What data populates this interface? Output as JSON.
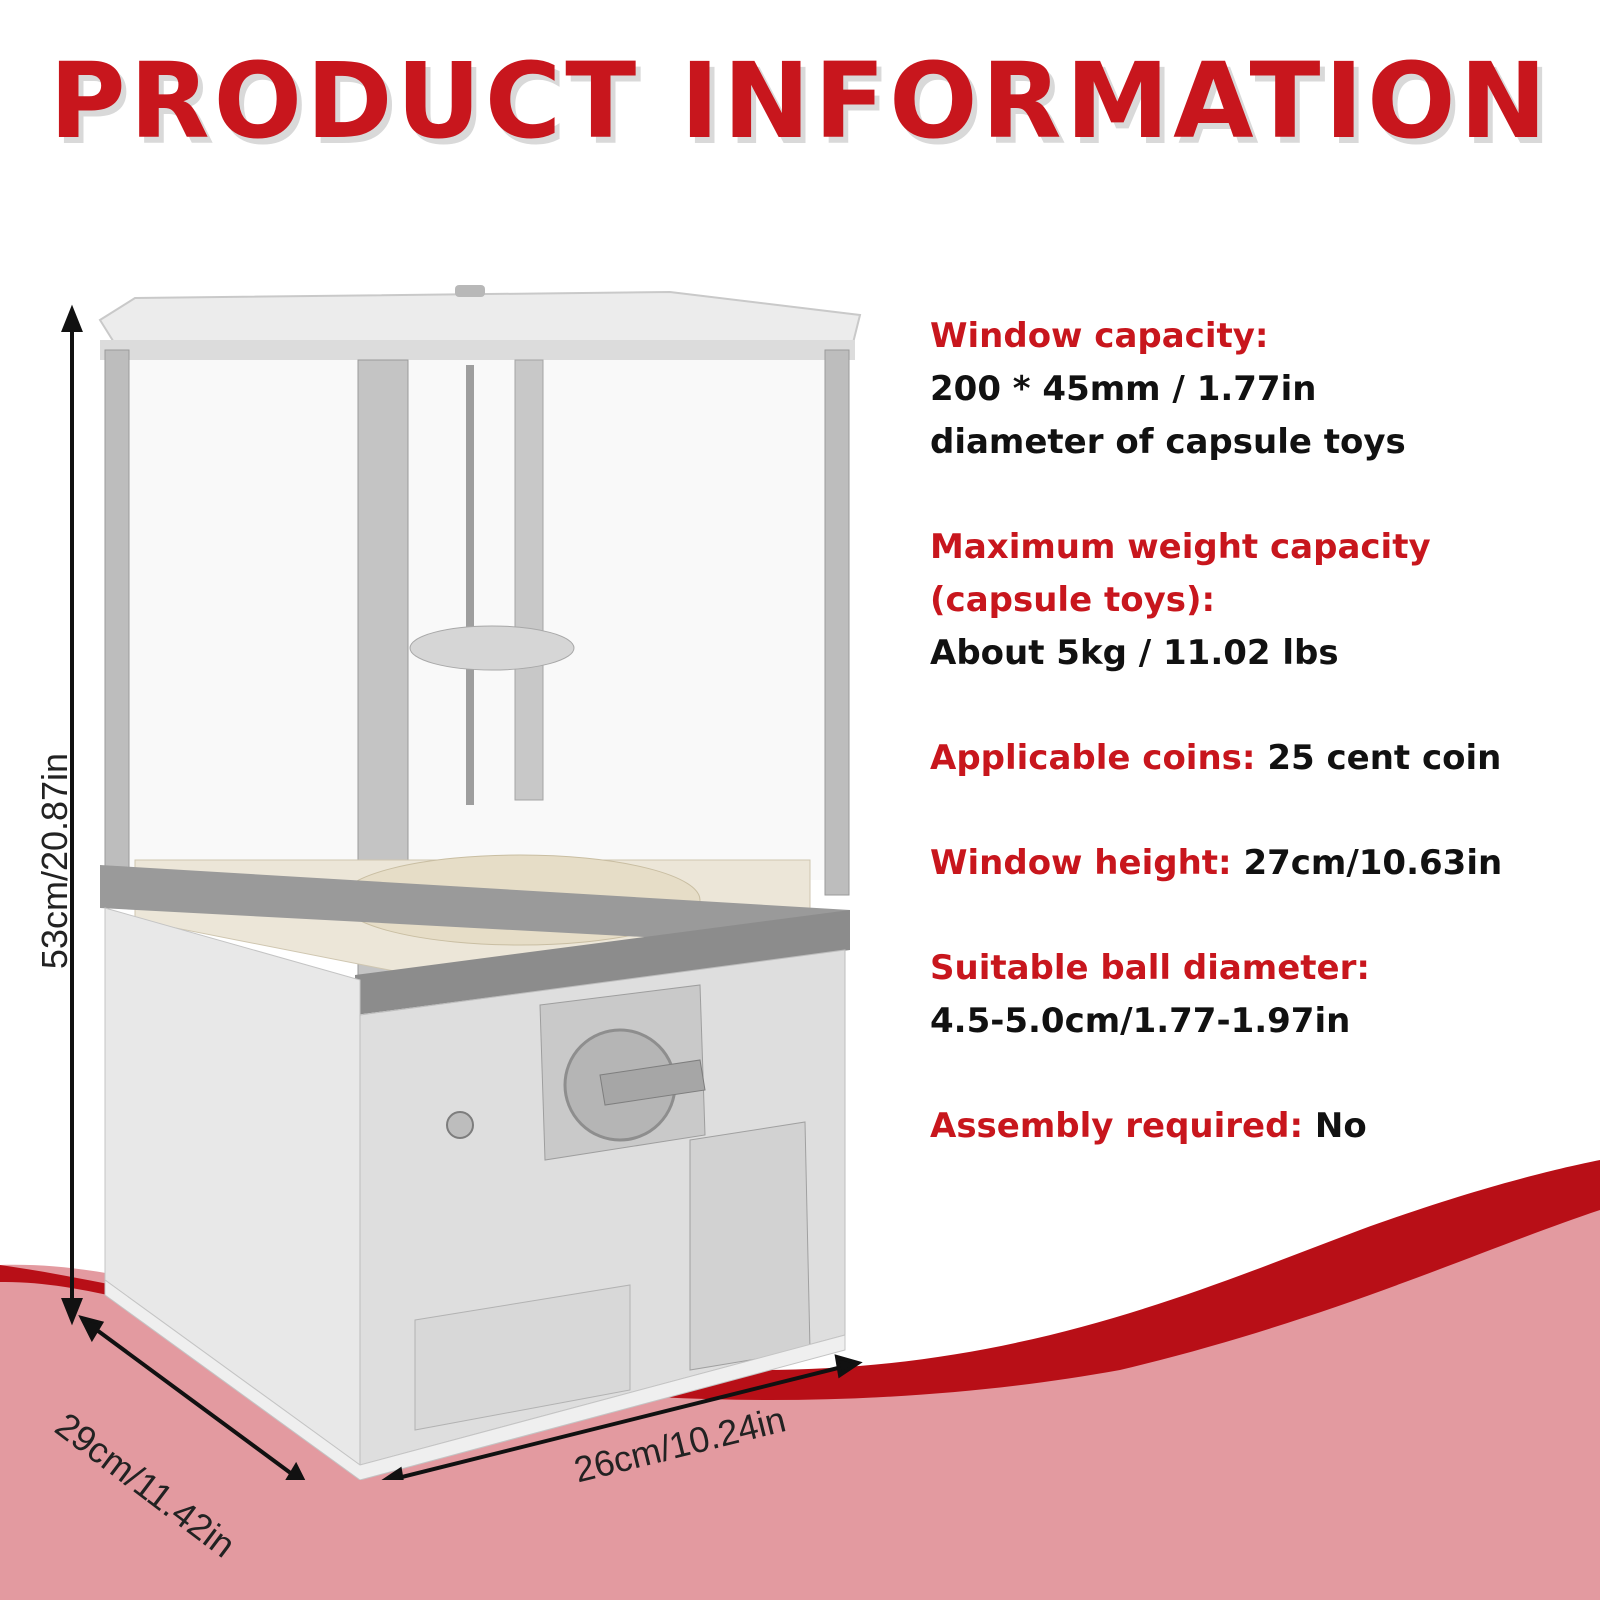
{
  "title": "PRODUCT INFORMATION",
  "colors": {
    "accent": "#c8161d",
    "wave_light": "#e49aa0",
    "text": "#111111"
  },
  "specs": [
    {
      "label": "Window capacity:",
      "value_lines": [
        "200 * 45mm / 1.77in",
        "diameter of capsule toys"
      ]
    },
    {
      "label_lines": [
        "Maximum weight capacity",
        "(capsule toys):"
      ],
      "value": "About 5kg / 11.02 lbs"
    },
    {
      "label": "Applicable coins:",
      "value": " 25 cent coin"
    },
    {
      "label": "Window height:",
      "value": " 27cm/10.63in"
    },
    {
      "label": "Suitable ball diameter:",
      "value": "4.5-5.0cm/1.77-1.97in"
    },
    {
      "label": "Assembly required:",
      "value": " No"
    }
  ],
  "dimensions": {
    "height": "53cm/20.87in",
    "depth": "29cm/11.42in",
    "width": "26cm/10.24in"
  }
}
